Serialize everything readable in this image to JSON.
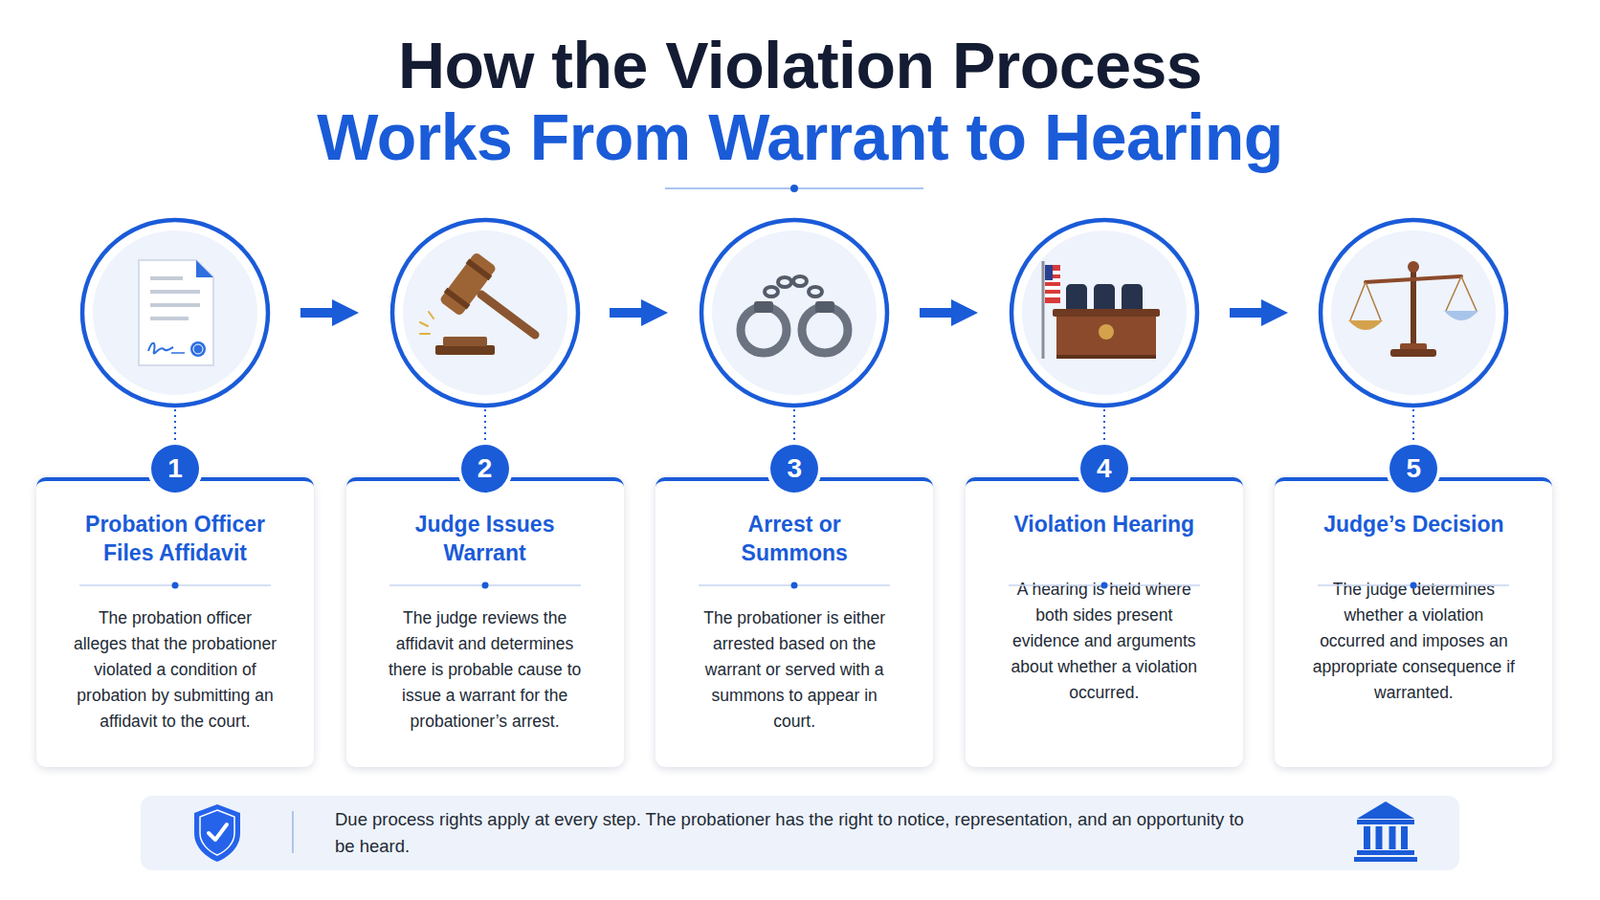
{
  "diagram": {
    "title": "How the Violation Process",
    "nodes": [
      {
        "text": [
          "1"
        ]
      },
      {
        "text": [
          "Probation Officer Files Affidavit",
          "The probation officer alleges that the probationer violated a condition of probation by submitting an affidavit to the court."
        ]
      },
      {
        "text": [
          "2"
        ]
      },
      {
        "text": [
          "Judge Issues Warrant",
          "The judge reviews the affidavit and determines there is probable cause to issue a warrant for the probationer’s arrest."
        ]
      },
      {
        "text": [
          "3"
        ]
      },
      {
        "text": [
          "Arrest or Summons",
          "The probationer is either arrested based on the warrant or served with a summons to appear in court."
        ]
      },
      {
        "text": [
          "4"
        ]
      },
      {
        "text": [
          "Violation Hearing",
          "A hearing is held where both sides present evidence and arguments about whether a violation occurred."
        ]
      },
      {
        "text": [
          "5"
        ]
      },
      {
        "text": [
          "Judge’s Decision",
          "The judge determines whether a violation occurred and imposes an appropriate consequence if warranted."
        ]
      },
      {
        "text": [
          "Due process rights apply at every step. The probationer has the right to notice, representation, and an opportunity to be heard."
        ]
      }
    ],
    "labels": [
      "Works From Warrant to Hearing"
    ]
  }
}
